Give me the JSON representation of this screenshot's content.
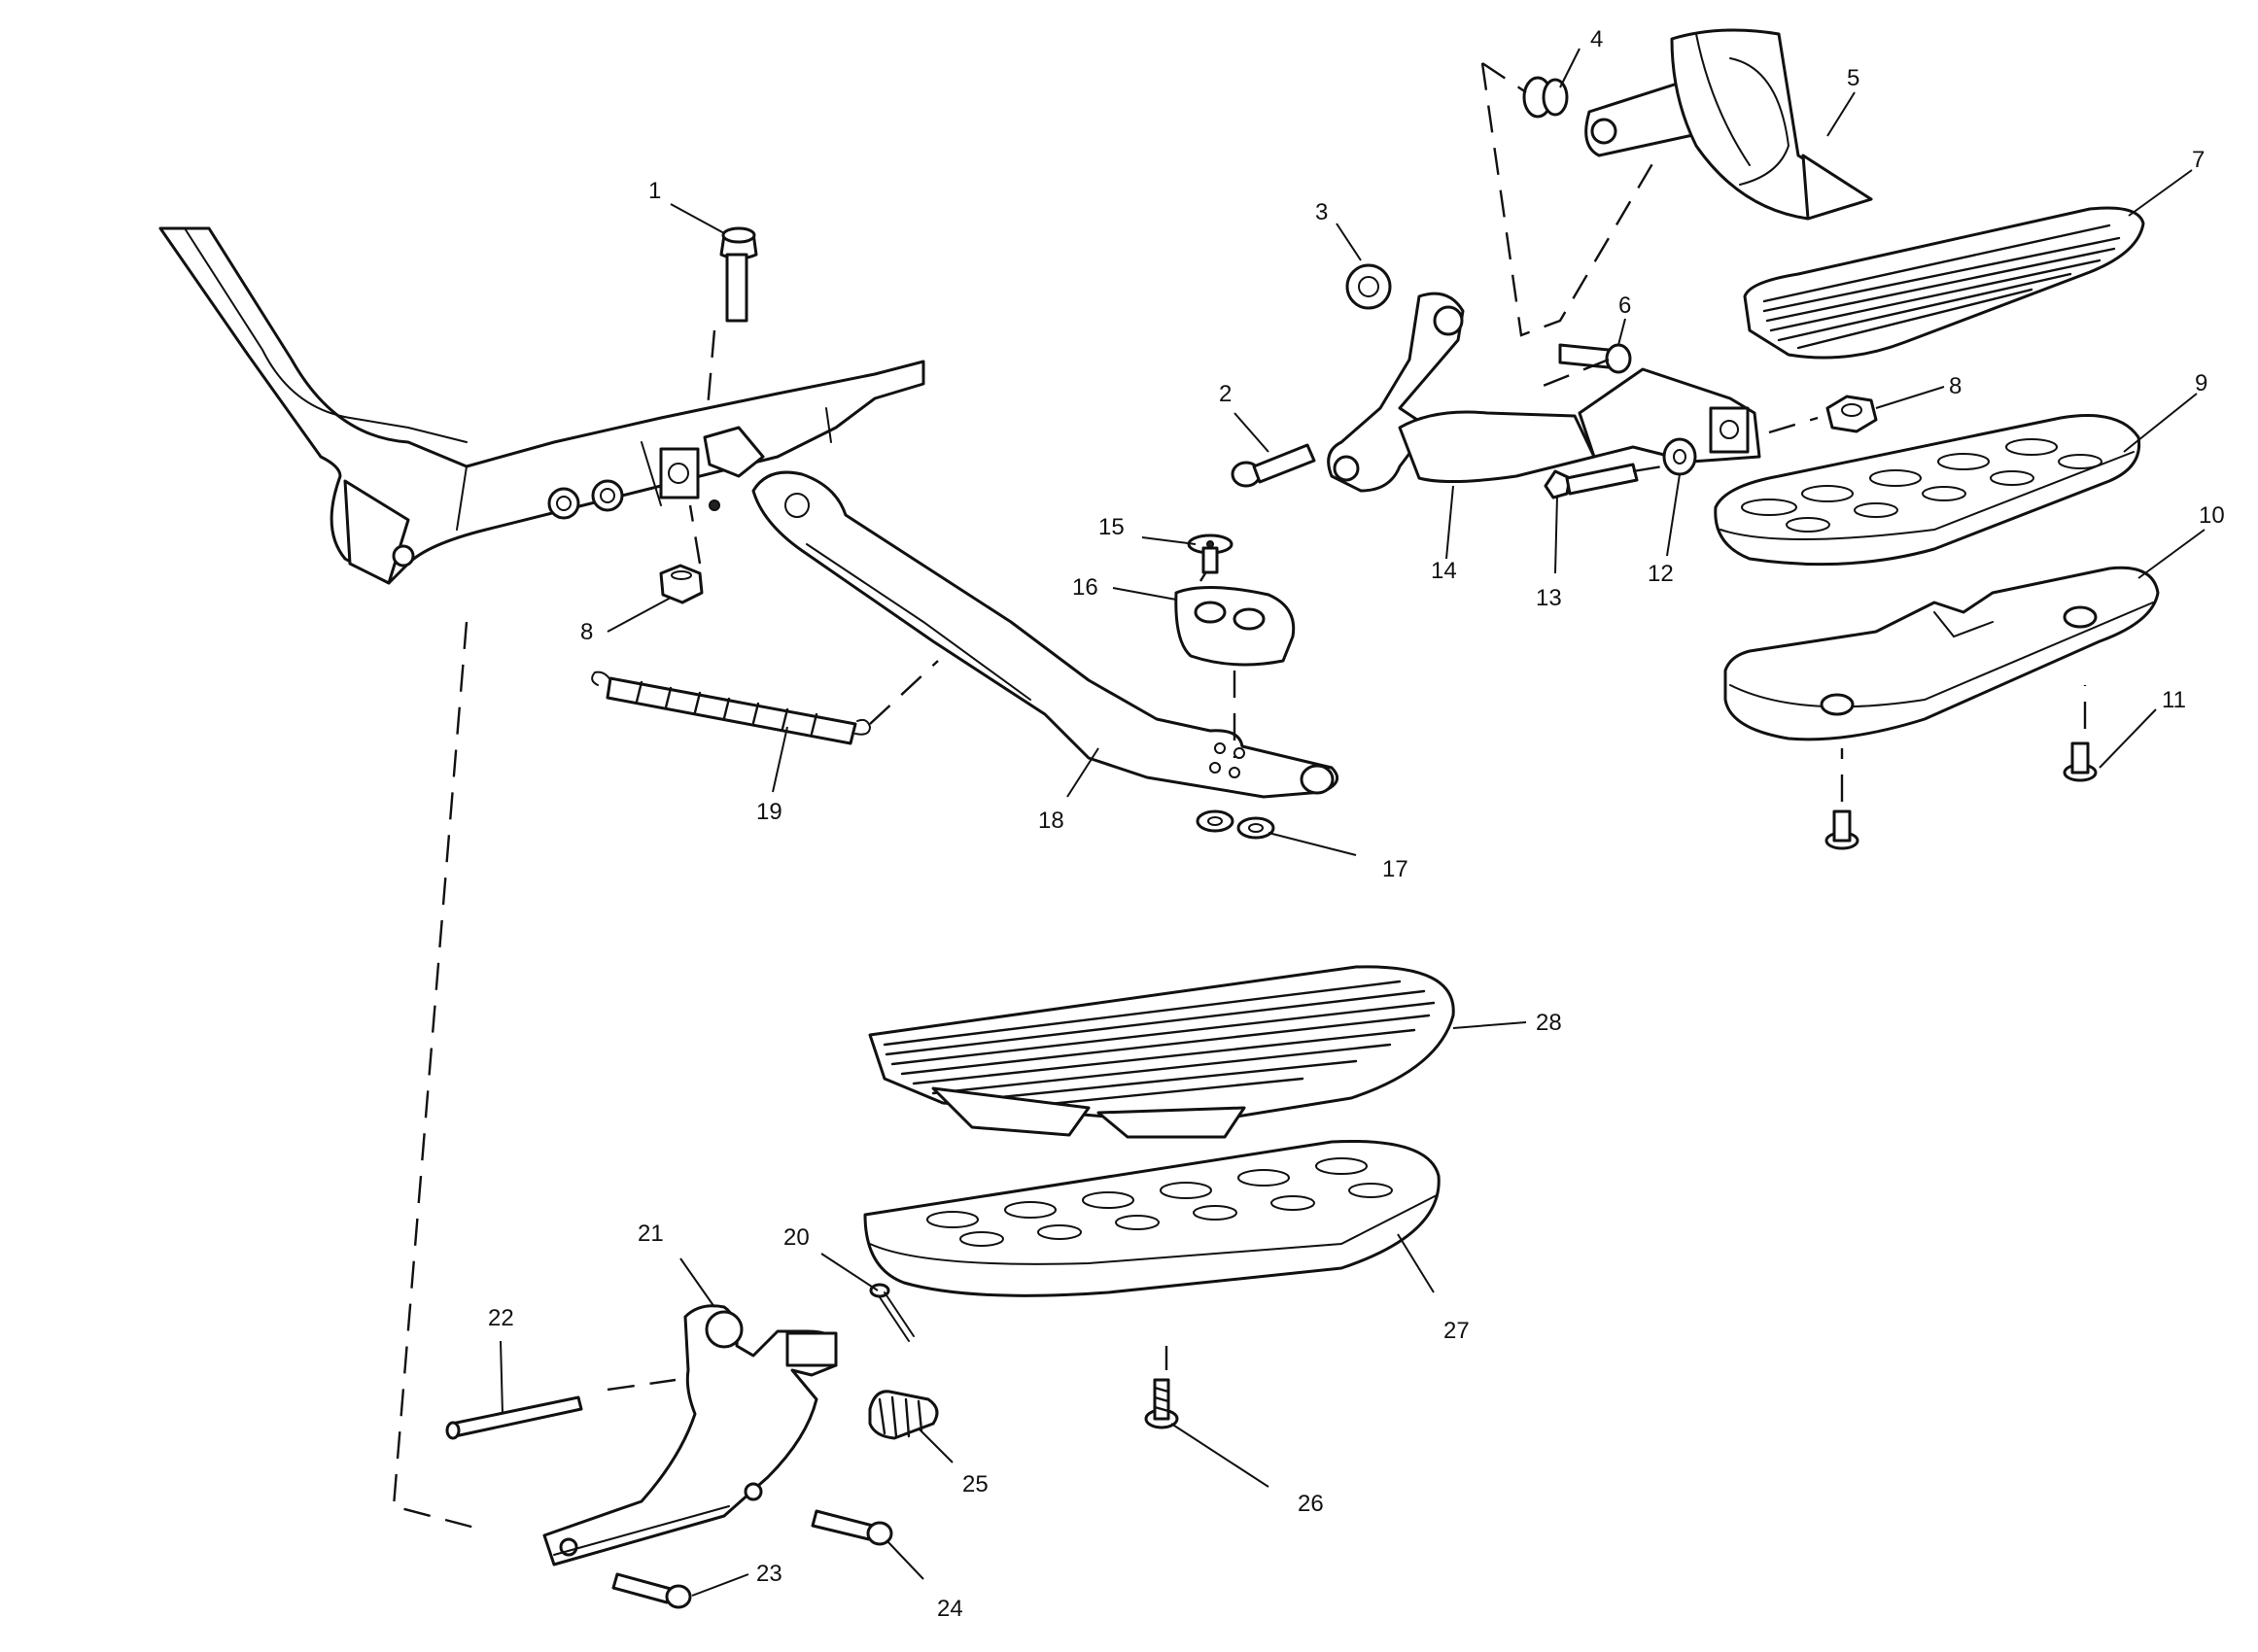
{
  "diagram": {
    "callouts": [
      {
        "number": "1"
      },
      {
        "number": "2"
      },
      {
        "number": "3"
      },
      {
        "number": "4"
      },
      {
        "number": "5"
      },
      {
        "number": "6"
      },
      {
        "number": "7"
      },
      {
        "number": "8"
      },
      {
        "number": "8"
      },
      {
        "number": "9"
      },
      {
        "number": "10"
      },
      {
        "number": "11"
      },
      {
        "number": "12"
      },
      {
        "number": "13"
      },
      {
        "number": "14"
      },
      {
        "number": "15"
      },
      {
        "number": "16"
      },
      {
        "number": "17"
      },
      {
        "number": "18"
      },
      {
        "number": "19"
      },
      {
        "number": "20"
      },
      {
        "number": "21"
      },
      {
        "number": "22"
      },
      {
        "number": "23"
      },
      {
        "number": "24"
      },
      {
        "number": "25"
      },
      {
        "number": "26"
      },
      {
        "number": "27"
      },
      {
        "number": "28"
      }
    ]
  }
}
